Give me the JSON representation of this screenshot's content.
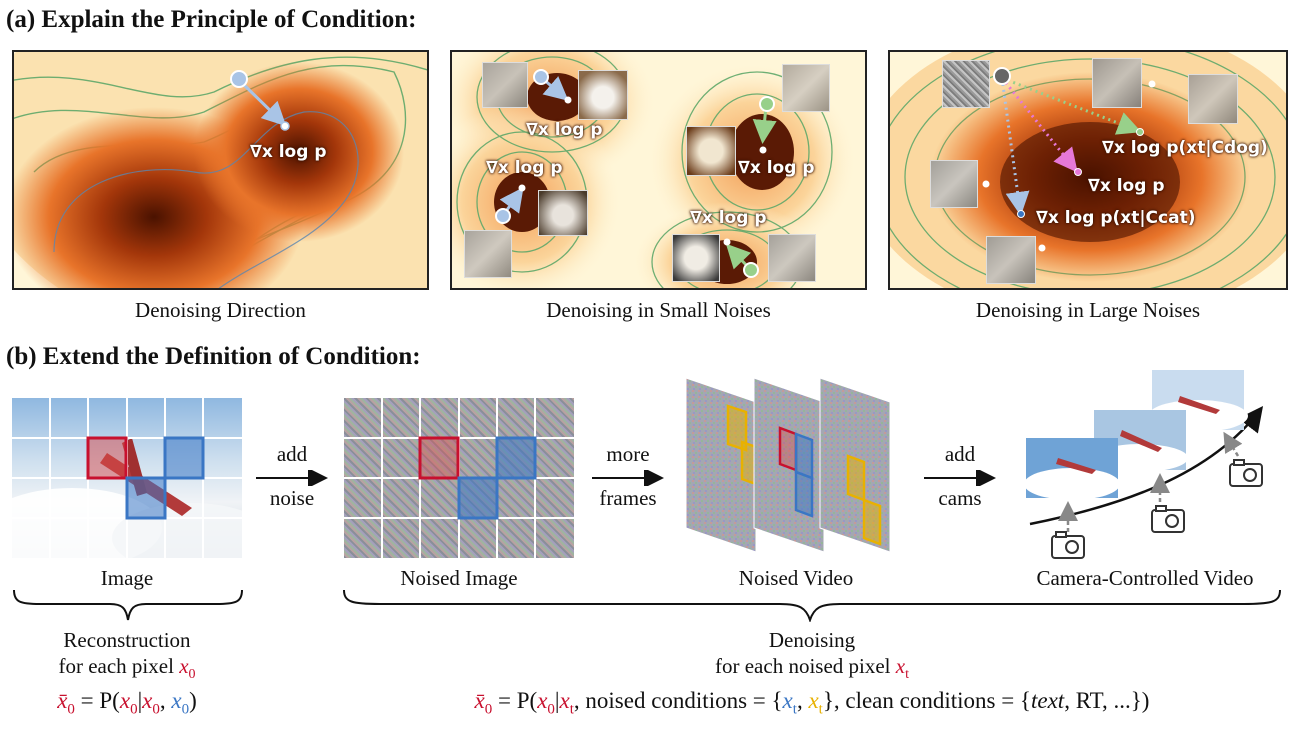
{
  "section_a": {
    "title": "(a) Explain the Principle of Condition:",
    "panels": [
      {
        "caption": "Denoising Direction",
        "labels": [
          "∇x log p"
        ]
      },
      {
        "caption": "Denoising in Small Noises",
        "labels": [
          "∇x log p",
          "∇x log p",
          "∇x log p",
          "∇x log p"
        ]
      },
      {
        "caption": "Denoising in Large Noises",
        "labels": [
          "∇x log p(xt|Cdog)",
          "∇x log p",
          "∇x log p(xt|Ccat)"
        ]
      }
    ],
    "colors": {
      "density_dark": "#3a0e00",
      "density_mid": "#e0601a",
      "density_light": "#fff6d8",
      "contour": "#5fa86a",
      "arrow_blue": "#a9c4e6",
      "arrow_green": "#98d08a",
      "arrow_pink": "#e678d8",
      "dot_gray": "#666666"
    }
  },
  "section_b": {
    "title": "(b) Extend the Definition of Condition:",
    "stages": [
      {
        "caption": "Image"
      },
      {
        "caption": "Noised Image"
      },
      {
        "caption": "Noised Video"
      },
      {
        "caption": "Camera-Controlled Video"
      }
    ],
    "arrows": [
      {
        "top": "add",
        "bottom": "noise"
      },
      {
        "top": "more",
        "bottom": "frames"
      },
      {
        "top": "add",
        "bottom": "cams"
      }
    ],
    "left_group": {
      "line1": "Reconstruction",
      "line2_text": "for each pixel",
      "line2_var": "x",
      "line2_sub": "0"
    },
    "right_group": {
      "line1": "Denoising",
      "line2_text": "for each noised pixel",
      "line2_var": "x",
      "line2_sub": "t"
    },
    "formula_left": {
      "lhs": "x̄",
      "lhs_sub": "0",
      "eq": "= P(",
      "a": "x",
      "a_sub": "0",
      "bar": "|",
      "b": "x",
      "b_sub": "0",
      "comma": ", ",
      "c": "x",
      "c_sub": "0",
      "close": ")"
    },
    "formula_right": {
      "lhs": "x̄",
      "lhs_sub": "0",
      "eq": "= P(",
      "a": "x",
      "a_sub": "0",
      "bar": "|",
      "b": "x",
      "b_sub": "t",
      "noised": ", noised conditions = {",
      "c": "x",
      "c_sub": "t",
      "comma": ", ",
      "d": "x",
      "d_sub": "t",
      "clean": "}, clean conditions = {",
      "text": "text",
      "rest": ", RT, ...})"
    },
    "colors": {
      "red": "#c8102e",
      "blue": "#3a76c4",
      "yellow": "#e8b100"
    }
  }
}
